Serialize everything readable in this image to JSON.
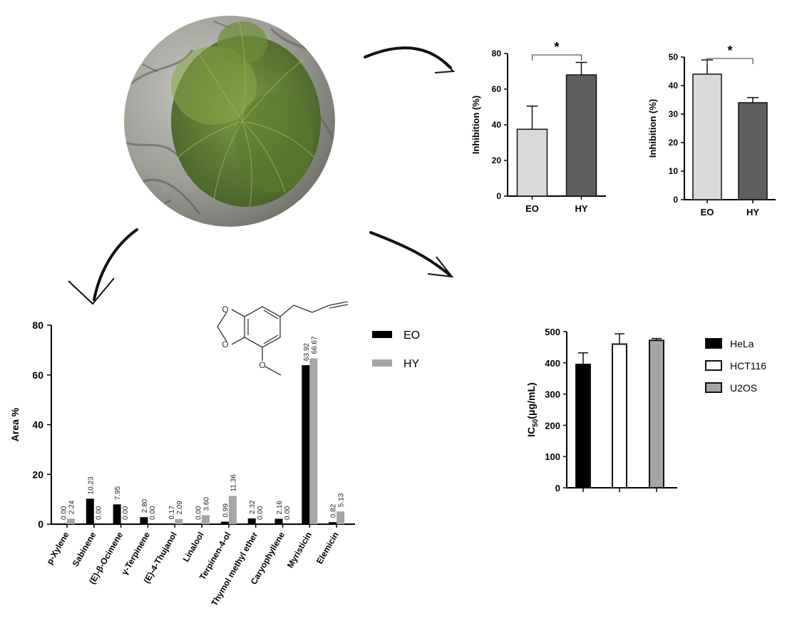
{
  "chart_data": [
    {
      "type": "bar",
      "ylabel": "Inhibition (%)",
      "ylim": [
        0,
        80
      ],
      "yticks": [
        0,
        20,
        40,
        60,
        80
      ],
      "categories": [
        "EO",
        "HY"
      ],
      "values": [
        37.5,
        68
      ],
      "errors": [
        13,
        7
      ],
      "colors": [
        "#d9d9d9",
        "#5f5f5f"
      ],
      "significance": "*",
      "grid": false
    },
    {
      "type": "bar",
      "ylabel": "Inhibition (%)",
      "ylim": [
        0,
        50
      ],
      "yticks": [
        0,
        10,
        20,
        30,
        40,
        50
      ],
      "categories": [
        "EO",
        "HY"
      ],
      "values": [
        44,
        34
      ],
      "errors": [
        5,
        1.8
      ],
      "colors": [
        "#d9d9d9",
        "#5f5f5f"
      ],
      "significance": "*",
      "grid": false
    },
    {
      "type": "bar",
      "ylabel": "Area %",
      "ylim": [
        0,
        80
      ],
      "yticks": [
        0,
        20,
        40,
        60,
        80
      ],
      "categories": [
        "p-Xylene",
        "Sabinene",
        "(E)-β-Ocimene",
        "γ-Terpinene",
        "(E)-4-Thujanol",
        "Linalool",
        "Terpinen-4-ol",
        "Thymol methyl ether",
        "Caryophyllene",
        "Myristicin",
        "Elemicin"
      ],
      "series": [
        {
          "name": "EO",
          "color": "#000000",
          "values": [
            0.0,
            10.23,
            7.95,
            2.8,
            0.17,
            0.0,
            0.99,
            2.32,
            2.16,
            63.92,
            0.82
          ],
          "labels": [
            "0.00",
            "10.23",
            "7.95",
            "2.80",
            "0.17",
            "0.00",
            "0.99",
            "2.32",
            "2.16",
            "63.92",
            "0.82"
          ]
        },
        {
          "name": "HY",
          "color": "#a6a6a6",
          "values": [
            2.24,
            0.0,
            0.0,
            0.0,
            2.09,
            3.6,
            11.36,
            0.0,
            0.0,
            66.67,
            5.13
          ],
          "labels": [
            "2.24",
            "0.00",
            "0.00",
            "0.00",
            "2.09",
            "3.60",
            "11.36",
            "0.00",
            "0.00",
            "66.67",
            "5.13"
          ]
        }
      ],
      "legend_position": "top-right",
      "grid": false
    },
    {
      "type": "bar",
      "ylabel_main": "IC",
      "ylabel_sub": "50",
      "ylabel_rest": "(μg/mL)",
      "ylim": [
        0,
        500
      ],
      "yticks": [
        0,
        100,
        200,
        300,
        400,
        500
      ],
      "categories": [
        "HeLa",
        "HCT116",
        "U2OS"
      ],
      "values": [
        395,
        460,
        472
      ],
      "errors": [
        37,
        33,
        6
      ],
      "colors": [
        "#000000",
        "#ffffff",
        "#a6a6a6"
      ],
      "series": [
        {
          "name": "HeLa",
          "color": "#000000"
        },
        {
          "name": "HCT116",
          "color": "#ffffff"
        },
        {
          "name": "U2OS",
          "color": "#a6a6a6"
        }
      ],
      "legend_position": "right",
      "grid": false
    }
  ],
  "decor": {
    "photo_subject": "plant-photo",
    "molecule": "myristicin-structure",
    "arrows": [
      "arrow-to-inhibition-charts",
      "arrow-to-composition-chart",
      "arrow-to-ic50-chart"
    ]
  }
}
